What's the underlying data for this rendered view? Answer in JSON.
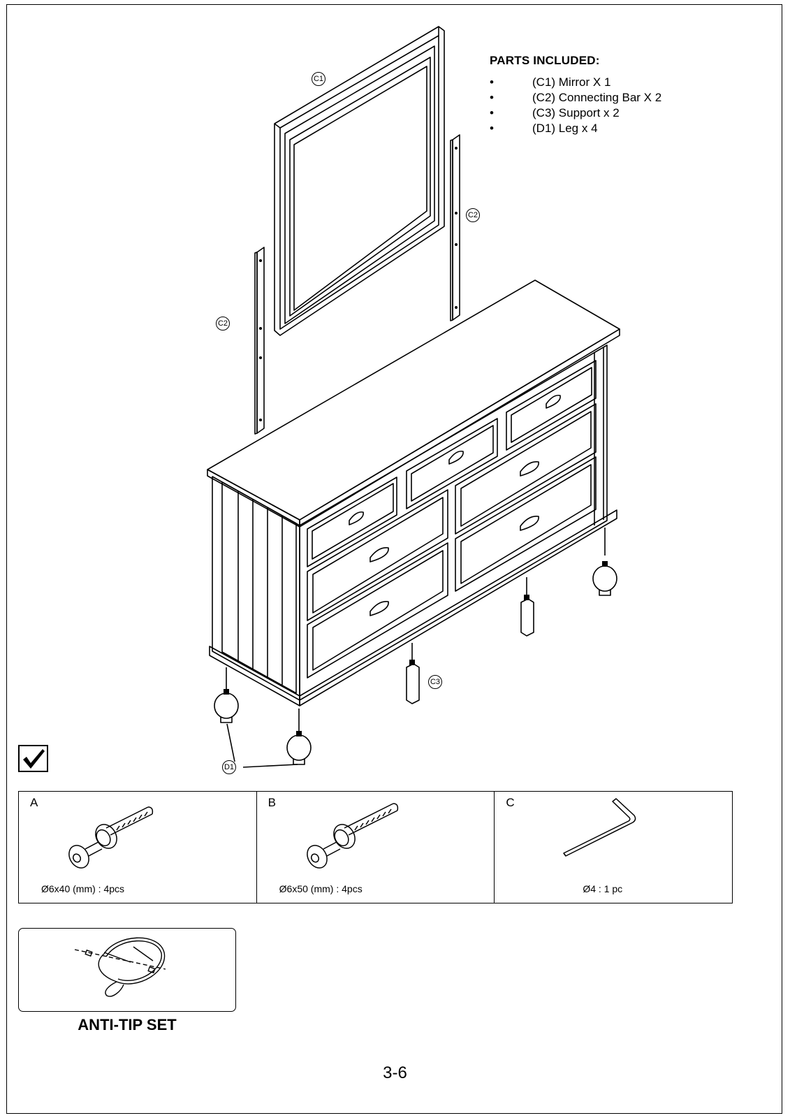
{
  "parts": {
    "title": "PARTS INCLUDED:",
    "items": [
      {
        "label": "(C1) Mirror X 1"
      },
      {
        "label": "(C2) Connecting Bar X 2"
      },
      {
        "label": "(C3) Support x 2"
      },
      {
        "label": "(D1) Leg x 4"
      }
    ]
  },
  "callouts": {
    "c1": "C1",
    "c2_right": "C2",
    "c2_left": "C2",
    "c3": "C3",
    "d1": "D1"
  },
  "hardware": [
    {
      "letter": "A",
      "spec": "Ø6x40 (mm) : 4pcs",
      "icon": "bolt-icon"
    },
    {
      "letter": "B",
      "spec": "Ø6x50 (mm) : 4pcs",
      "icon": "bolt-icon"
    },
    {
      "letter": "C",
      "spec": "Ø4 : 1 pc",
      "icon": "allen-key-icon"
    }
  ],
  "antitip": {
    "label": "ANTI-TIP SET"
  },
  "page": {
    "number": "3-6"
  }
}
